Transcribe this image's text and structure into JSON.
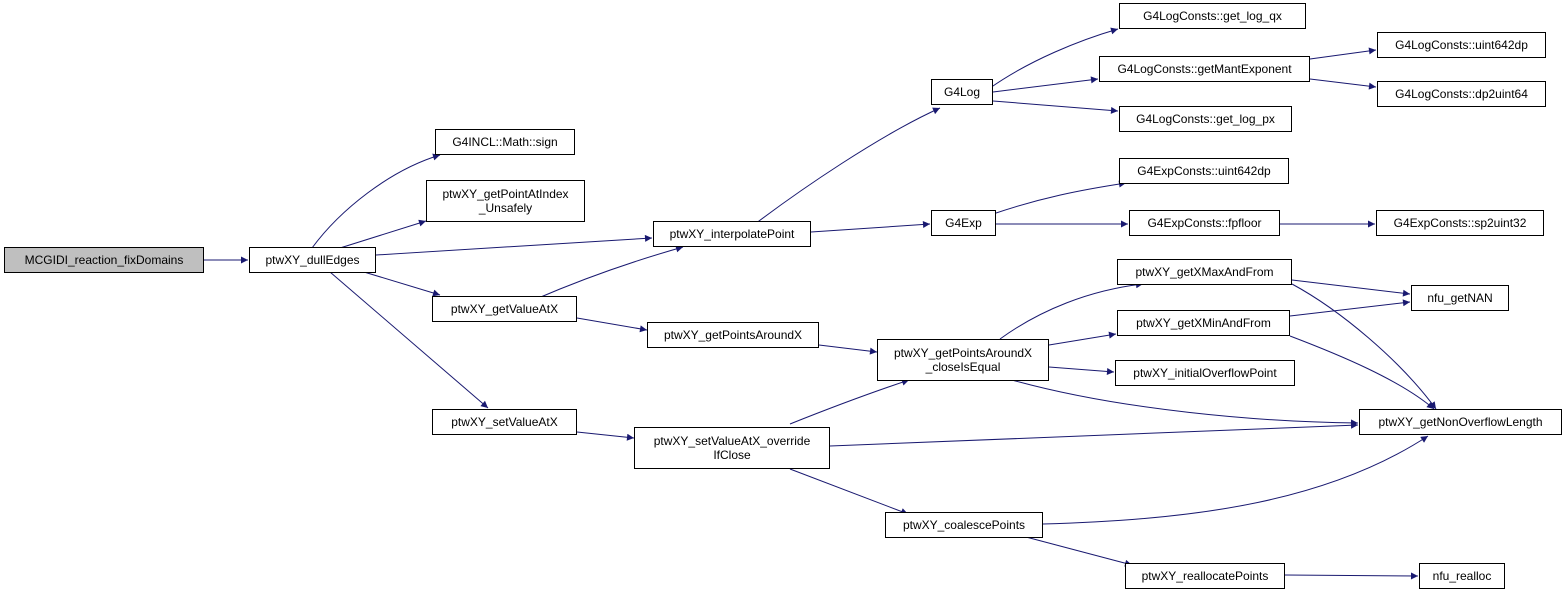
{
  "nodes": {
    "root": "MCGIDI_reaction_fixDomains",
    "dullEdges": "ptwXY_dullEdges",
    "mathSign": "G4INCL::Math::sign",
    "getPointAtIndex": "ptwXY_getPointAtIndex\n_Unsafely",
    "getValueAtX": "ptwXY_getValueAtX",
    "setValueAtX": "ptwXY_setValueAtX",
    "interpolatePoint": "ptwXY_interpolatePoint",
    "getPointsAroundX": "ptwXY_getPointsAroundX",
    "setValueAtXOverride": "ptwXY_setValueAtX_override\nIfClose",
    "g4Log": "G4Log",
    "g4Exp": "G4Exp",
    "getLogQx": "G4LogConsts::get_log_qx",
    "getMantExponent": "G4LogConsts::getMantExponent",
    "getLogPx": "G4LogConsts::get_log_px",
    "uint642dpLog": "G4LogConsts::uint642dp",
    "dp2uint64": "G4LogConsts::dp2uint64",
    "uint642dpExp": "G4ExpConsts::uint642dp",
    "fpfloor": "G4ExpConsts::fpfloor",
    "sp2uint32": "G4ExpConsts::sp2uint32",
    "closeIsEqual": "ptwXY_getPointsAroundX\n_closeIsEqual",
    "getXMaxAndFrom": "ptwXY_getXMaxAndFrom",
    "getXMinAndFrom": "ptwXY_getXMinAndFrom",
    "initialOverflowPoint": "ptwXY_initialOverflowPoint",
    "nfuGetNAN": "nfu_getNAN",
    "getNonOverflowLength": "ptwXY_getNonOverflowLength",
    "coalescePoints": "ptwXY_coalescePoints",
    "reallocatePoints": "ptwXY_reallocatePoints",
    "nfuRealloc": "nfu_realloc"
  },
  "colors": {
    "edge": "#191970",
    "root_fill": "#bfbfbf",
    "node_fill": "#ffffff",
    "node_border": "#000000"
  }
}
